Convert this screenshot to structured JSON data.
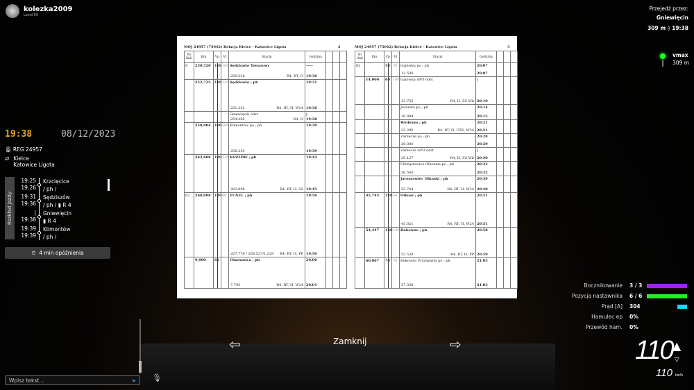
{
  "user": {
    "name": "kolezka2009",
    "level": "Level 55"
  },
  "clock": {
    "time": "19:38",
    "date": "08/12/2023"
  },
  "train": {
    "number": "REG 24957",
    "from": "Kielce",
    "to": "Katowice Ligota"
  },
  "schedule": {
    "tab_label": "Rozkład jazdy",
    "entries": [
      {
        "arr": "19:25",
        "dep": "19:26",
        "station": "Krzcięcice",
        "info": "/ ph /"
      },
      {
        "arr": "19:31",
        "dep": "19:36",
        "station": "Sędziszów",
        "info": "/ ph / ▮ R 4"
      },
      {
        "arr": "|",
        "dep": "19:38",
        "station": "Gniewięcin",
        "info": "▮ R 4"
      },
      {
        "arr": "19:39",
        "dep": "19:39",
        "station": "Klimontów",
        "info": "/ ph /"
      }
    ],
    "delay": "4 min opóźnienia"
  },
  "chat": {
    "placeholder": "Wpisz tekst..."
  },
  "document": {
    "headers": [
      "Nr linii",
      "Km",
      "Vp",
      "Vt",
      "Stacja",
      "Godzina",
      "",
      "",
      ""
    ],
    "pages": [
      {
        "title": "MOJ 24957 (75042) Relacja Kielce - Katowice Ligota",
        "number": "2",
        "rows": [
          {
            "line": "8",
            "km": "250,520",
            "vp": "100",
            "vt": "100",
            "name": "Sędziszów Towarowy",
            "bold": true,
            "pos": "250.520",
            "remarks": "R4, RT, H",
            "arr": "——",
            "dep": "19:30"
          },
          {
            "line": "",
            "km": "252,725",
            "vp": "120",
            "vt": "120",
            "name": "Sędziszów ; ph",
            "bold": true,
            "pos": "251.232",
            "remarks": "R4, RT, H, W24",
            "arr": "19:31",
            "dep": "19:36"
          },
          {
            "line": "",
            "km": "",
            "vp": "",
            "vt": "",
            "name": "Gniewięcin odst",
            "bold": false,
            "pos": "254.285",
            "remarks": "R4, H",
            "arr": "|",
            "dep": "19:38"
          },
          {
            "line": "",
            "km": "258,984",
            "vp": "100",
            "vt": "100",
            "name": "Klimontów po ; ph",
            "bold": false,
            "pos": "256.243",
            "remarks": "",
            "arr": "19:39",
            "dep": "19:39"
          },
          {
            "line": "",
            "km": "262,608",
            "vp": "120",
            "vt": "120",
            "name": "KOZŁÓW ; ph",
            "bold": true,
            "pos": "262.098",
            "remarks": "R4, RT, H, SS",
            "arr": "19:44",
            "dep": "19:45"
          },
          {
            "line": "62",
            "km": "268,098",
            "vp": "110",
            "vt": "80",
            "name": "TUNEL ; ph",
            "bold": true,
            "pos": "267.778 / 268.527/1.229",
            "remarks": "R4, RT, H, PP",
            "arr": "19:50",
            "dep": "19:50"
          },
          {
            "line": "",
            "km": "9,000",
            "vp": "60",
            "vt": "",
            "name": "Charsznica ; ph",
            "bold": true,
            "pos": "7.793",
            "remarks": "R4, RT, H, W24",
            "arr": "20:00",
            "dep": "20:01"
          }
        ]
      },
      {
        "title": "MOJ 24957 (75042) Relacja Kielce - Katowice Ligota",
        "number": "3",
        "rows": [
          {
            "line": "62",
            "km": "",
            "vp": "50",
            "vt": "70",
            "name": "Gajówka po ; ph",
            "bold": false,
            "pos": "12.500",
            "remarks": "",
            "arr": "20:07",
            "dep": "20:07"
          },
          {
            "line": "",
            "km": "14,000",
            "vp": "60",
            "vt": "100",
            "name": "Gajówka APO odst",
            "bold": false,
            "pos": "13.755",
            "remarks": "R4, H, ZS Wb",
            "arr": "|",
            "dep": "20:10"
          },
          {
            "line": "",
            "km": "",
            "vp": "",
            "vt": "",
            "name": "Jeżówka po ; ph",
            "bold": false,
            "pos": "16.894",
            "remarks": "",
            "arr": "20:14",
            "dep": "20:15"
          },
          {
            "line": "",
            "km": "",
            "vp": "",
            "vt": "",
            "name": "Wolbrom ; ph",
            "bold": true,
            "pos": "22.296",
            "remarks": "R4, RT, H, UZS, W24",
            "arr": "20:21",
            "dep": "20:21"
          },
          {
            "line": "",
            "km": "",
            "vp": "",
            "vt": "",
            "name": "Zarzecze po ; ph",
            "bold": false,
            "pos": "28.000",
            "remarks": "",
            "arr": "20:28",
            "dep": "20:29"
          },
          {
            "line": "",
            "km": "",
            "vp": "",
            "vt": "",
            "name": "Zarzecze APO odst",
            "bold": false,
            "pos": "29.127",
            "remarks": "R4, H, ZS Wb",
            "arr": "|",
            "dep": "20:30"
          },
          {
            "line": "",
            "km": "",
            "vp": "",
            "vt": "",
            "name": "Chrząstowice Olkuskie po ; ph",
            "bold": false,
            "pos": "30.560",
            "remarks": "",
            "arr": "20:32",
            "dep": "20:32"
          },
          {
            "line": "",
            "km": "",
            "vp": "",
            "vt": "",
            "name": "Jaroszowiec Olkuski ; ph",
            "bold": true,
            "pos": "35.744",
            "remarks": "R4, RT, H, W24",
            "arr": "20:39",
            "dep": "20:40"
          },
          {
            "line": "",
            "km": "45,743",
            "vp": "120",
            "vt": "50",
            "name": "Olkusz ; ph",
            "bold": true,
            "pos": "45.021",
            "remarks": "R4, RT, H, W24",
            "arr": "20:51",
            "dep": "20:51"
          },
          {
            "line": "",
            "km": "54,447",
            "vp": "120",
            "vt": "120",
            "name": "Bukowno ; ph",
            "bold": true,
            "pos": "53.538",
            "remarks": "R4, RT, H, PP",
            "arr": "20:58",
            "dep": "20:59"
          },
          {
            "line": "",
            "km": "60,867",
            "vp": "70",
            "vt": "70",
            "name": "Bukowno Przymiarki po ; ph",
            "bold": false,
            "pos": "57.338",
            "remarks": "",
            "arr": "21:03",
            "dep": "21:03"
          }
        ]
      }
    ],
    "close_label": "Zamknij"
  },
  "next_stop": {
    "label": "Przejedź przez:",
    "station": "Gniewięcin",
    "distance": "309 m",
    "time": "19:38"
  },
  "vmax": {
    "label": "vmax",
    "distance": "309 m",
    "signal_color": "#22ff22"
  },
  "stats": [
    {
      "label": "Bocznikowanie",
      "value": "3 / 3",
      "fill": 1.0,
      "color": "#a020f0"
    },
    {
      "label": "Pozycja nastawnika",
      "value": "6 / 6",
      "fill": 1.0,
      "color": "#22ee22"
    },
    {
      "label": "Prąd [A]",
      "value": "304",
      "fill": 0.25,
      "color": "#00e5ff"
    },
    {
      "label": "Hamulec ep",
      "value": "0%"
    },
    {
      "label": "Przewód ham.",
      "value": "0%"
    }
  ],
  "speed": {
    "current": "110",
    "limit": "110",
    "unit": "km/h"
  }
}
